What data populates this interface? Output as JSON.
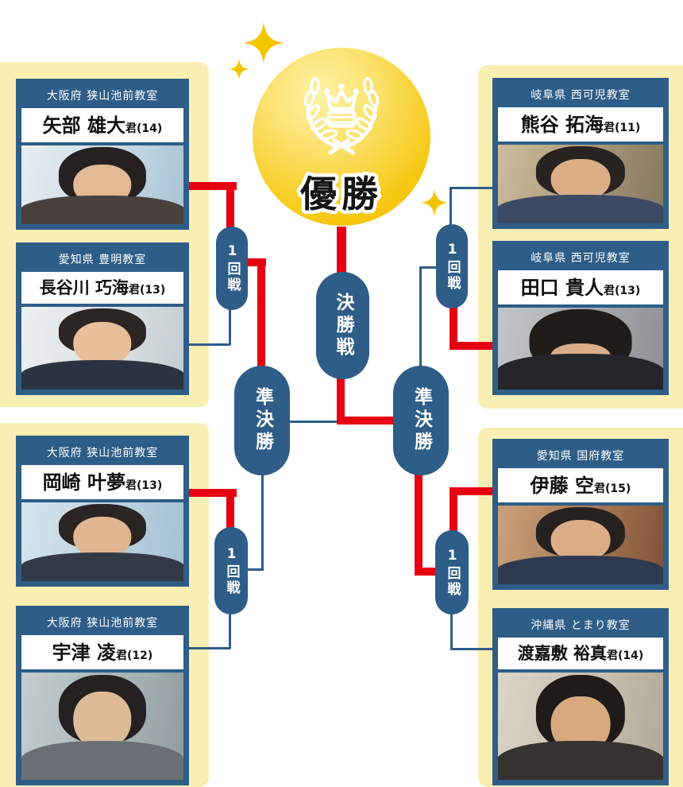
{
  "labels": {
    "champion": "優勝",
    "final_round": "決勝戦",
    "semifinal_round": "準決勝",
    "first_round": "1回戦"
  },
  "players": {
    "yabe": {
      "region": "大阪府 狭山池前教室",
      "name": "矢部 雄大",
      "age": "君(14)"
    },
    "hasegawa": {
      "region": "愛知県 豊明教室",
      "name": "長谷川 巧海",
      "age": "君(13)"
    },
    "kumagai": {
      "region": "岐阜県 西可児教室",
      "name": "熊谷 拓海",
      "age": "君(11)"
    },
    "taguchi": {
      "region": "岐阜県 西可児教室",
      "name": "田口 貴人",
      "age": "君(13)"
    },
    "okazaki": {
      "region": "大阪府 狭山池前教室",
      "name": "岡崎 叶夢",
      "age": "君(13)"
    },
    "utsu": {
      "region": "大阪府 狭山池前教室",
      "name": "宇津 凌",
      "age": "君(12)"
    },
    "ito": {
      "region": "愛知県 国府教室",
      "name": "伊藤 空",
      "age": "君(15)"
    },
    "tokashiki": {
      "region": "沖縄県 とまり教室",
      "name": "渡嘉敷 裕真",
      "age": "君(14)"
    }
  },
  "colors": {
    "winner_path_red": "#e60012",
    "bracket_blue": "#2e5d87",
    "medal_gold": "#f5c400",
    "panel_yellow": "#f9efb3"
  }
}
